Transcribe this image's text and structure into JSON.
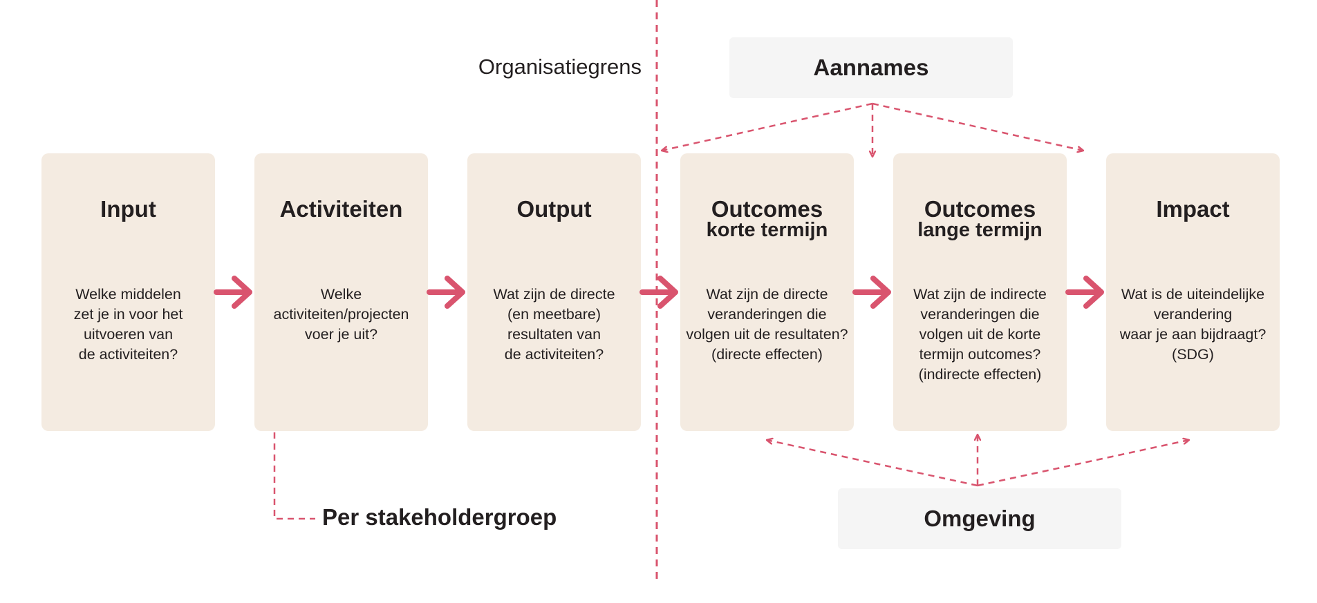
{
  "colors": {
    "accent": "#d9546e",
    "box_fill": "#f4ebe1",
    "grey_box_fill": "#f5f5f5",
    "text": "#231f20"
  },
  "diagram": {
    "boundary_label": "Organisatiegrens",
    "assumptions_label": "Aannames",
    "environment_label": "Omgeving",
    "stakeholder_label": "Per stakeholdergroep",
    "steps": [
      {
        "title": "Input",
        "subtitle": "",
        "description": "Welke middelen\nzet je in voor het\nuitvoeren van\nde activiteiten?"
      },
      {
        "title": "Activiteiten",
        "subtitle": "",
        "description": "Welke\nactiviteiten/projecten\nvoer je uit?"
      },
      {
        "title": "Output",
        "subtitle": "",
        "description": "Wat zijn de directe\n(en meetbare)\nresultaten van\nde activiteiten?"
      },
      {
        "title": "Outcomes",
        "subtitle": "korte termijn",
        "description": "Wat zijn de directe\nveranderingen die\nvolgen uit de resultaten?\n(directe effecten)"
      },
      {
        "title": "Outcomes",
        "subtitle": "lange termijn",
        "description": "Wat zijn de indirecte\nveranderingen die\nvolgen uit de korte\ntermijn outcomes?\n(indirecte effecten)"
      },
      {
        "title": "Impact",
        "subtitle": "",
        "description": "Wat is de uiteindelijke\nverandering\nwaar je aan bijdraagt?\n(SDG)"
      }
    ]
  }
}
